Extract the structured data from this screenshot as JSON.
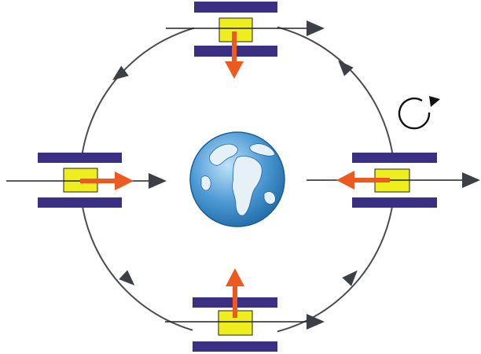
{
  "colors": {
    "background": "#ffffff",
    "orbit": "#4a4d52",
    "arrowhead": "#3c4046",
    "box_band": "#3b2f83",
    "box_fill": "#ffffff",
    "mass": "#eeee1e",
    "force": "#ec5a1f",
    "ocean": "#4f9bd6",
    "ocean_dark": "#1f6aa6",
    "land": "#e6f0f7"
  },
  "icons": {
    "earth": "earth-globe-icon",
    "rotation": "clockwise-rotation-icon"
  },
  "diagram": {
    "rotation_direction": "clockwise",
    "positions": [
      "top",
      "right",
      "bottom",
      "left"
    ],
    "force_direction": "toward-earth"
  }
}
